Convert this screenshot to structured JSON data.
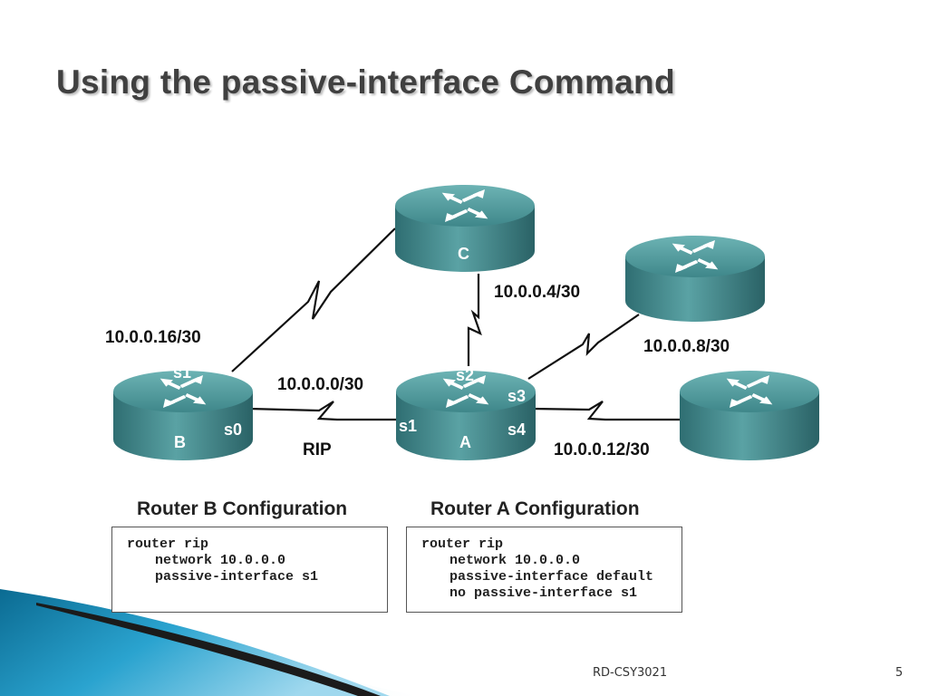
{
  "slide": {
    "title": "Using the passive-interface Command",
    "footer": "RD-CSY3021",
    "page_number": "5"
  },
  "diagram": {
    "routers": [
      {
        "id": "C",
        "label": "C"
      },
      {
        "id": "A",
        "label": "A"
      },
      {
        "id": "B",
        "label": "B"
      },
      {
        "id": "right-top",
        "label": ""
      },
      {
        "id": "right-bottom",
        "label": ""
      }
    ],
    "interfaces": {
      "b_s1": "s1",
      "b_s0": "s0",
      "a_s1": "s1",
      "a_s2": "s2",
      "a_s3": "s3",
      "a_s4": "s4"
    },
    "networks": {
      "b_c": "10.0.0.16/30",
      "b_a": "10.0.0.0/30",
      "a_c": "10.0.0.4/30",
      "a_top": "10.0.0.8/30",
      "a_bottom": "10.0.0.12/30"
    },
    "protocol_label": "RIP"
  },
  "configs": {
    "router_b": {
      "title": "Router B Configuration",
      "lines": [
        "router rip",
        "network 10.0.0.0",
        "passive-interface s1"
      ]
    },
    "router_a": {
      "title": "Router A Configuration",
      "lines": [
        "router rip",
        "network 10.0.0.0",
        "passive-interface default",
        "no passive-interface s1"
      ]
    }
  },
  "colors": {
    "router_top": "#4f9a9c",
    "router_side": "#2e6f73",
    "link": "#111111",
    "accent_blue": "#1f8fb5"
  }
}
